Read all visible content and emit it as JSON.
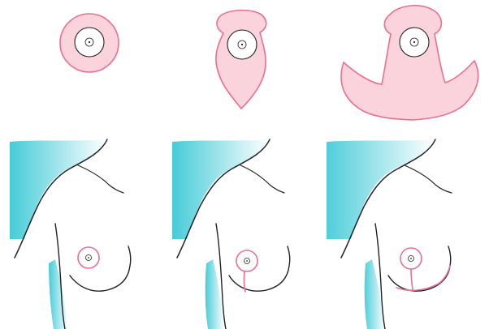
{
  "colors": {
    "skin_fill": "#fbd3dc",
    "incision_stroke": "#ea6f90",
    "outline_stroke": "#222222",
    "shadow": "#3cc9d6",
    "background": "#ffffff"
  },
  "techniques": [
    {
      "id": "periareolar",
      "pattern": "circle"
    },
    {
      "id": "vertical",
      "pattern": "lollipop"
    },
    {
      "id": "wise",
      "pattern": "anchor"
    }
  ]
}
